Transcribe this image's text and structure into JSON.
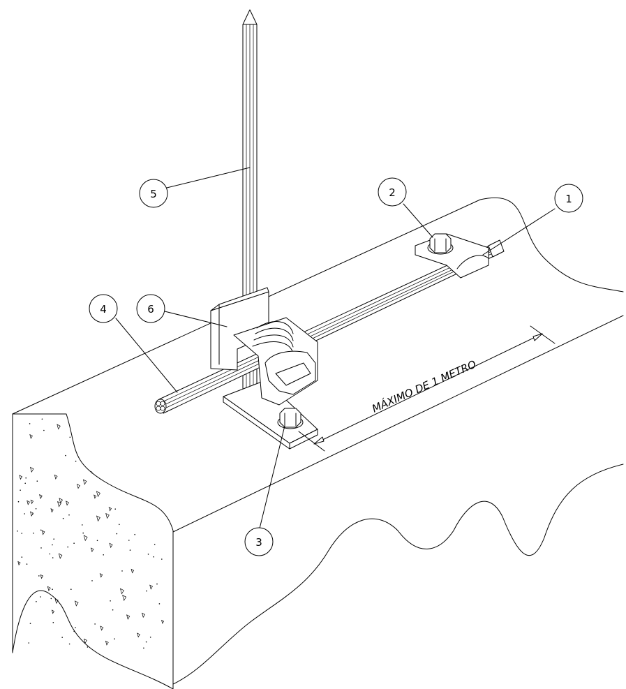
{
  "callouts": {
    "c1": "1",
    "c2": "2",
    "c3": "3",
    "c4": "4",
    "c5": "5",
    "c6": "6"
  },
  "dimension": {
    "label": "MÁXIMO DE 1 METRO"
  }
}
